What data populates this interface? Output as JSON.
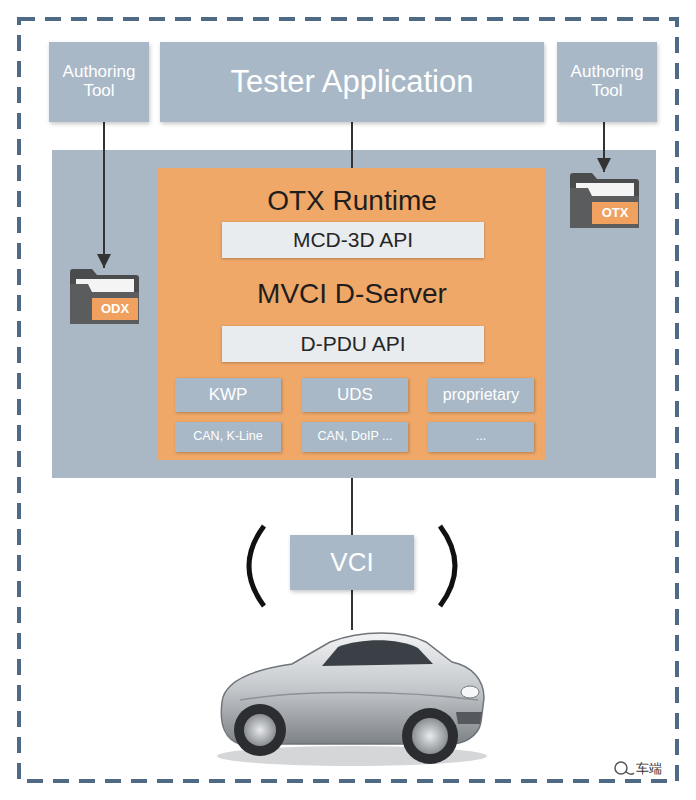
{
  "diagram": {
    "nodes": [
      {
        "text": [
          "Authoring Tool"
        ]
      },
      {
        "text": [
          "Tester Application"
        ]
      },
      {
        "text": [
          "Authoring Tool"
        ]
      },
      {
        "text": []
      },
      {
        "text": [
          "OTX"
        ],
        "in": 3
      },
      {
        "text": [
          "OTX Runtime"
        ],
        "in": 3
      },
      {
        "text": [
          "MCD-3D API"
        ],
        "in": 3
      },
      {
        "text": [
          "ODX"
        ],
        "in": 3
      },
      {
        "text": [
          "MVCI D-Server"
        ],
        "in": 3
      },
      {
        "text": [
          "D-PDU API"
        ],
        "in": 3
      },
      {
        "text": [],
        "in": 3
      },
      {
        "text": [
          "KWP"
        ],
        "in": 10
      },
      {
        "text": [
          "UDS"
        ],
        "in": 10
      },
      {
        "text": [
          "proprietary"
        ],
        "in": 10
      },
      {
        "text": [
          "CAN, K-Line"
        ],
        "in": 10
      },
      {
        "text": [
          "CAN, DoIP ..."
        ],
        "in": 10
      },
      {
        "text": [
          "..."
        ],
        "in": 10
      },
      {
        "text": [
          "VCI"
        ]
      }
    ],
    "edges": [
      {
        "from": 0,
        "to": 7,
        "arrow": "to"
      },
      {
        "from": 2,
        "to": 4,
        "arrow": "to"
      },
      {
        "from": 1,
        "to": 5,
        "arrow": "none"
      },
      {
        "from": 3,
        "to": 17,
        "arrow": "none"
      }
    ],
    "labels": [
      "车端"
    ]
  }
}
